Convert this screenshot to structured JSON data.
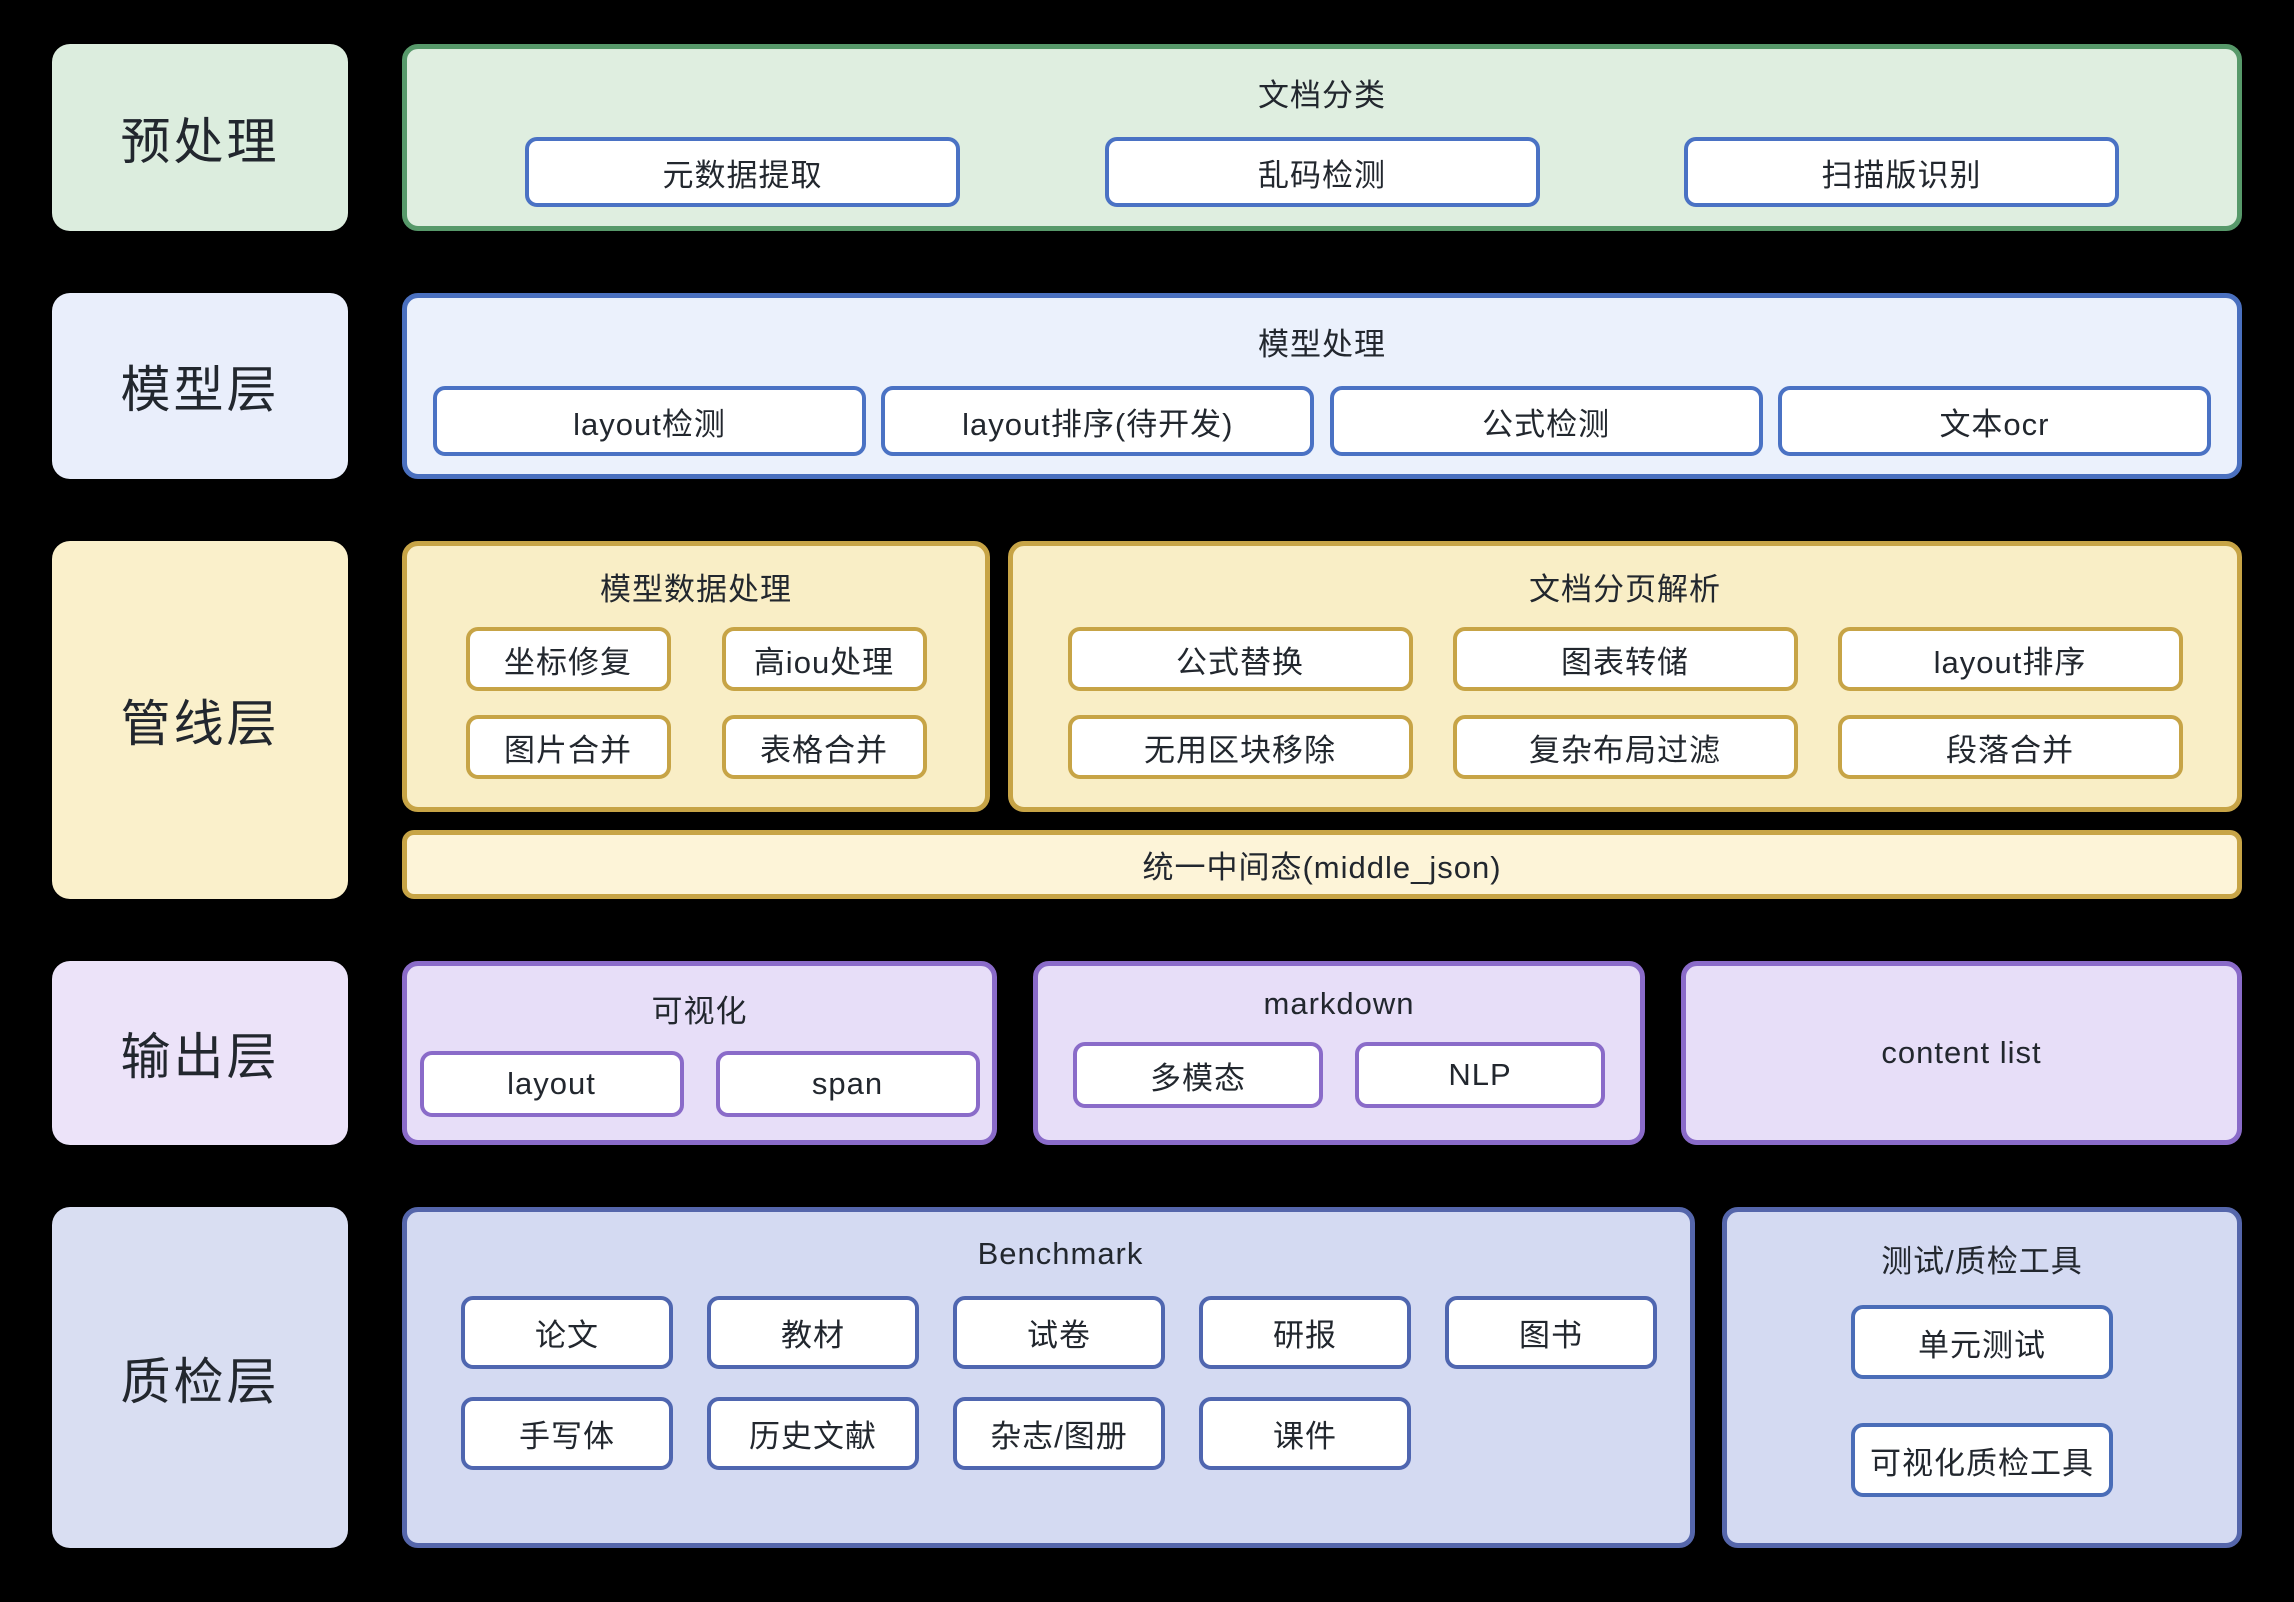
{
  "colors": {
    "background": "#000000",
    "text": "#22272e",
    "node_fill": "#ffffff",
    "green_fill": "#dfeee0",
    "green_border": "#57996a",
    "blue_fill": "#ebf1fc",
    "blue_border": "#4a70bf",
    "blue_node_border": "#4a72c4",
    "gold_fill": "#f9eec6",
    "gold_fill_light": "#fdf4d8",
    "gold_border": "#c7a446",
    "purple_fill": "#e7def8",
    "purple_border": "#8a6bc9",
    "indigo_fill": "#d4daf2",
    "indigo_border": "#5566ab"
  },
  "preprocess": {
    "label": "预处理",
    "group": {
      "title": "文档分类",
      "items": [
        "元数据提取",
        "乱码检测",
        "扫描版识别"
      ]
    }
  },
  "model": {
    "label": "模型层",
    "group": {
      "title": "模型处理",
      "items": [
        "layout检测",
        "layout排序(待开发)",
        "公式检测",
        "文本ocr"
      ]
    }
  },
  "pipeline": {
    "label": "管线层",
    "group1": {
      "title": "模型数据处理",
      "items": [
        "坐标修复",
        "高iou处理",
        "图片合并",
        "表格合并"
      ]
    },
    "group2": {
      "title": "文档分页解析",
      "items": [
        "公式替换",
        "图表转储",
        "layout排序",
        "无用区块移除",
        "复杂布局过滤",
        "段落合并"
      ]
    },
    "bar": "统一中间态(middle_json)"
  },
  "output": {
    "label": "输出层",
    "group1": {
      "title": "可视化",
      "items": [
        "layout",
        "span"
      ]
    },
    "group2": {
      "title": "markdown",
      "items": [
        "多模态",
        "NLP"
      ]
    },
    "group3": {
      "title": "content list"
    }
  },
  "qa": {
    "label": "质检层",
    "group1": {
      "title": "Benchmark",
      "row1": [
        "论文",
        "教材",
        "试卷",
        "研报",
        "图书"
      ],
      "row2": [
        "手写体",
        "历史文献",
        "杂志/图册",
        "课件"
      ]
    },
    "group2": {
      "title": "测试/质检工具",
      "items": [
        "单元测试",
        "可视化质检工具"
      ]
    }
  }
}
